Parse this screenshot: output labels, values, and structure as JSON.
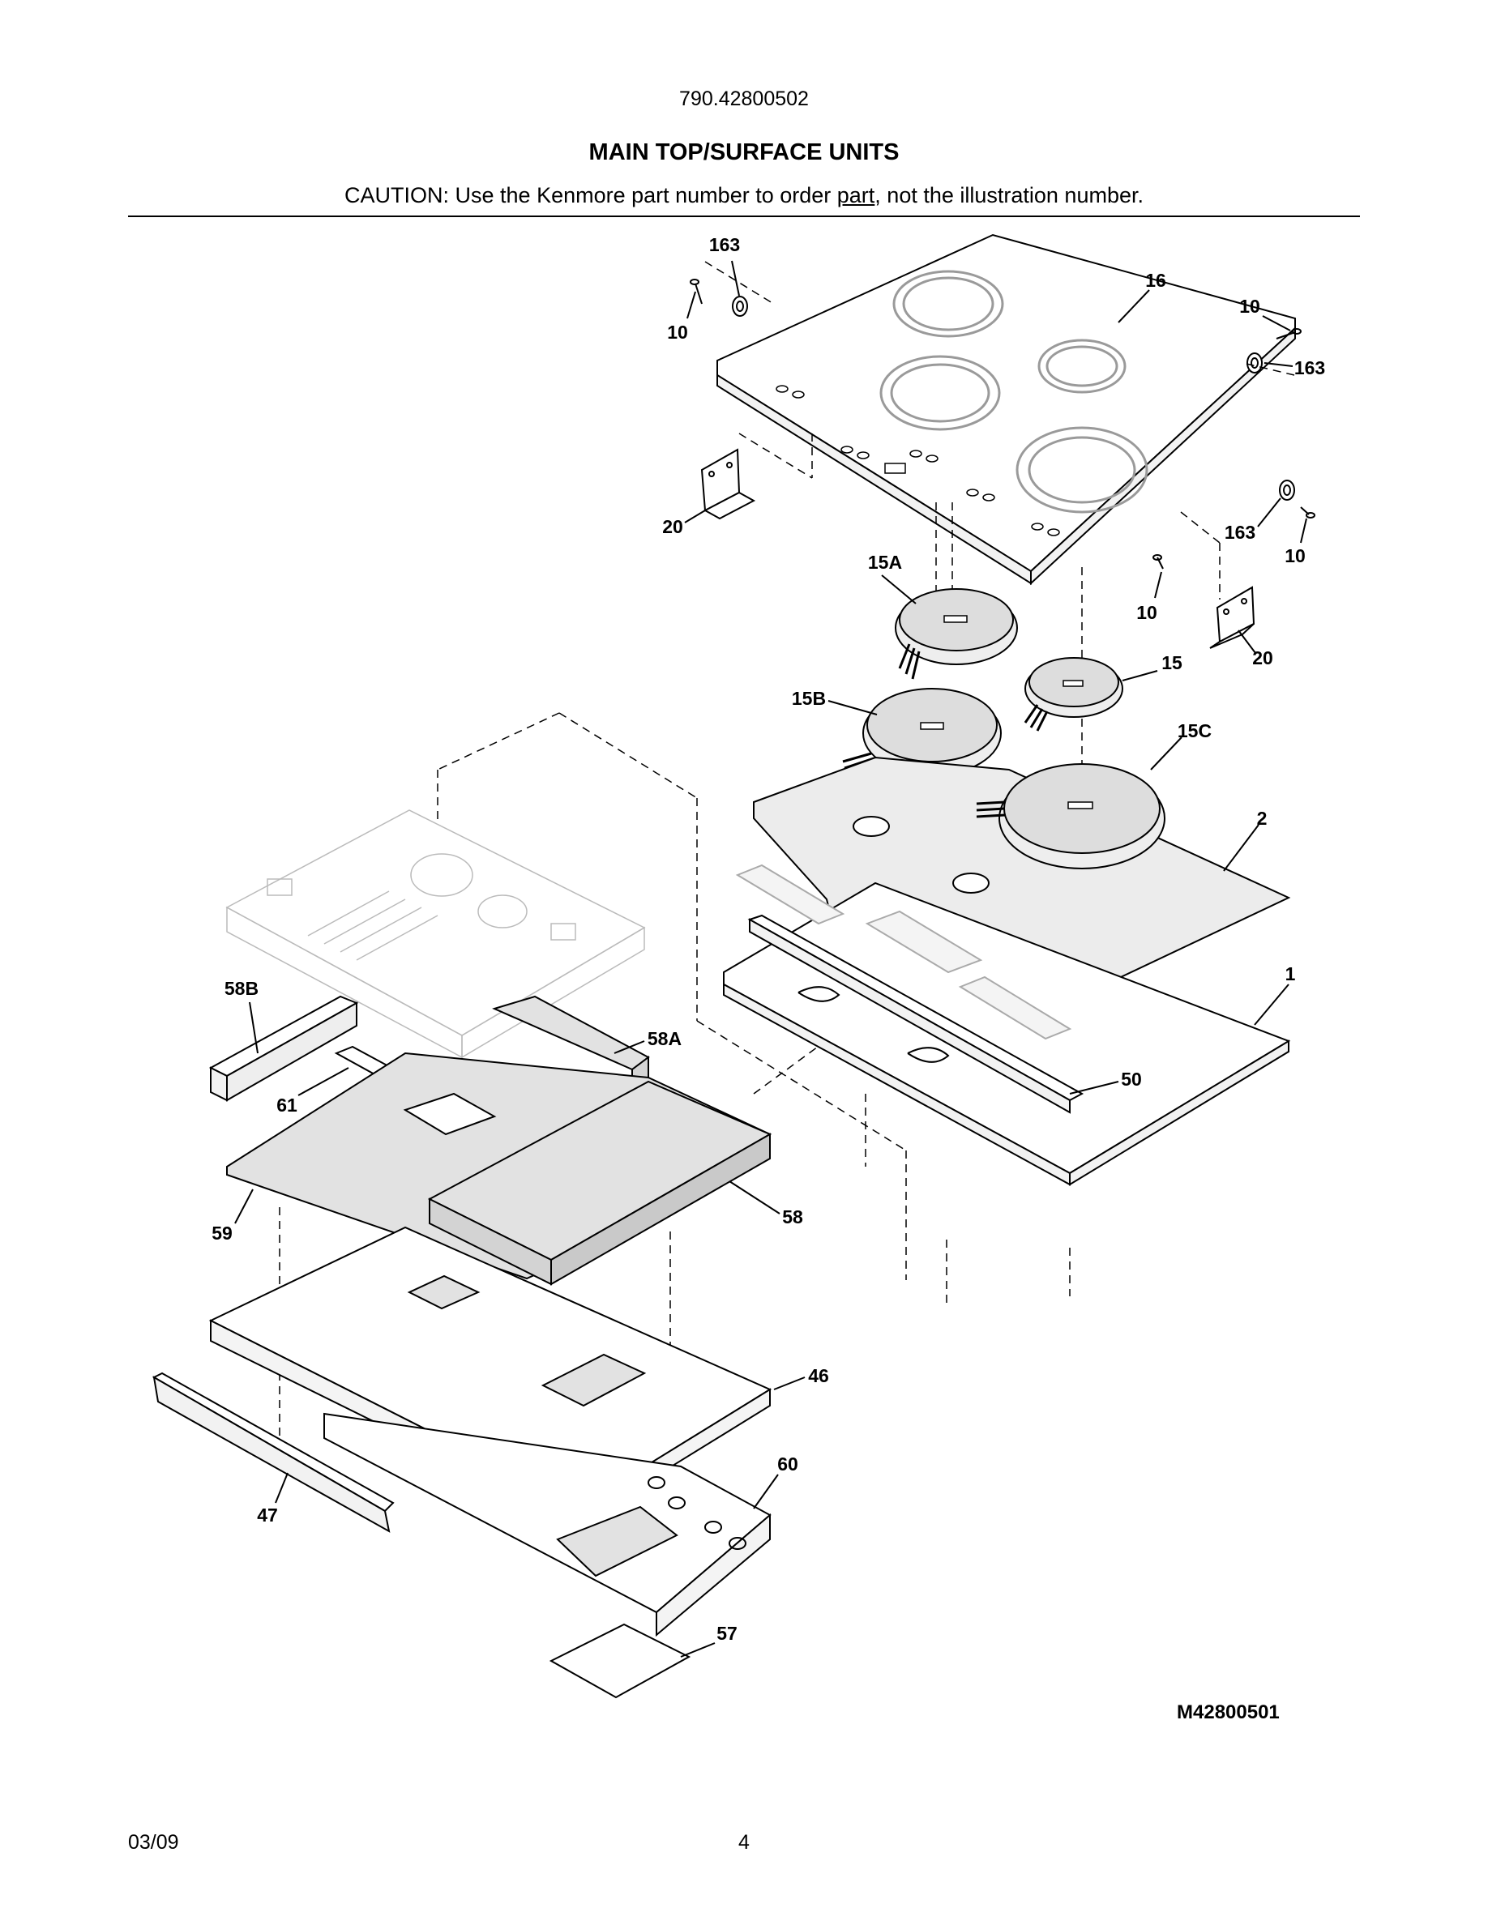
{
  "header": {
    "doc_id": "790.42800502",
    "title": "MAIN TOP/SURFACE UNITS",
    "caution_pre": "CAUTION: Use the Kenmore part number to order ",
    "caution_link": "part",
    "caution_post": ", not the illustration number."
  },
  "callouts": {
    "c163a": "163",
    "c10a": "10",
    "c16": "16",
    "c10b": "10",
    "c163b": "163",
    "c20a": "20",
    "c163c": "163",
    "c10c": "10",
    "c15A": "15A",
    "c10d": "10",
    "c20b": "20",
    "c15": "15",
    "c15B": "15B",
    "c15C": "15C",
    "c2": "2",
    "c58B": "58B",
    "c58A": "58A",
    "c1": "1",
    "c61": "61",
    "c50": "50",
    "c58": "58",
    "c59": "59",
    "c46": "46",
    "c60": "60",
    "c47": "47",
    "c57": "57"
  },
  "drawing_id": "M42800501",
  "footer": {
    "date": "03/09",
    "page": "4"
  }
}
